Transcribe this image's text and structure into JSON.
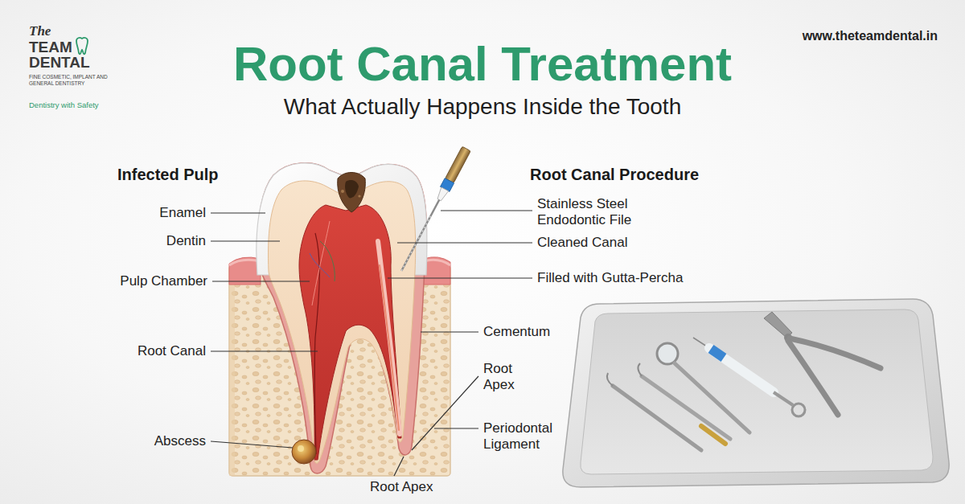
{
  "diagram": {
    "title": "Root Canal Treatment",
    "labels": [
      "The",
      "TEAM DENTAL",
      "FINE COSMETIC, IMPLANT AND GENERAL DENTISTRY",
      "Dentistry with Safety",
      "www.theteamdental.in",
      "What Actually Happens Inside the Tooth",
      "Infected Pulp",
      "Root Canal Procedure",
      "Enamel",
      "Dentin",
      "Pulp Chamber",
      "Root Canal",
      "Abscess",
      "Stainless Steel Endodontic File",
      "Cleaned Canal",
      "Filled with Gutta-Percha",
      "Cementum",
      "Root Apex",
      "Periodontal Ligament",
      "Root Apex"
    ]
  }
}
